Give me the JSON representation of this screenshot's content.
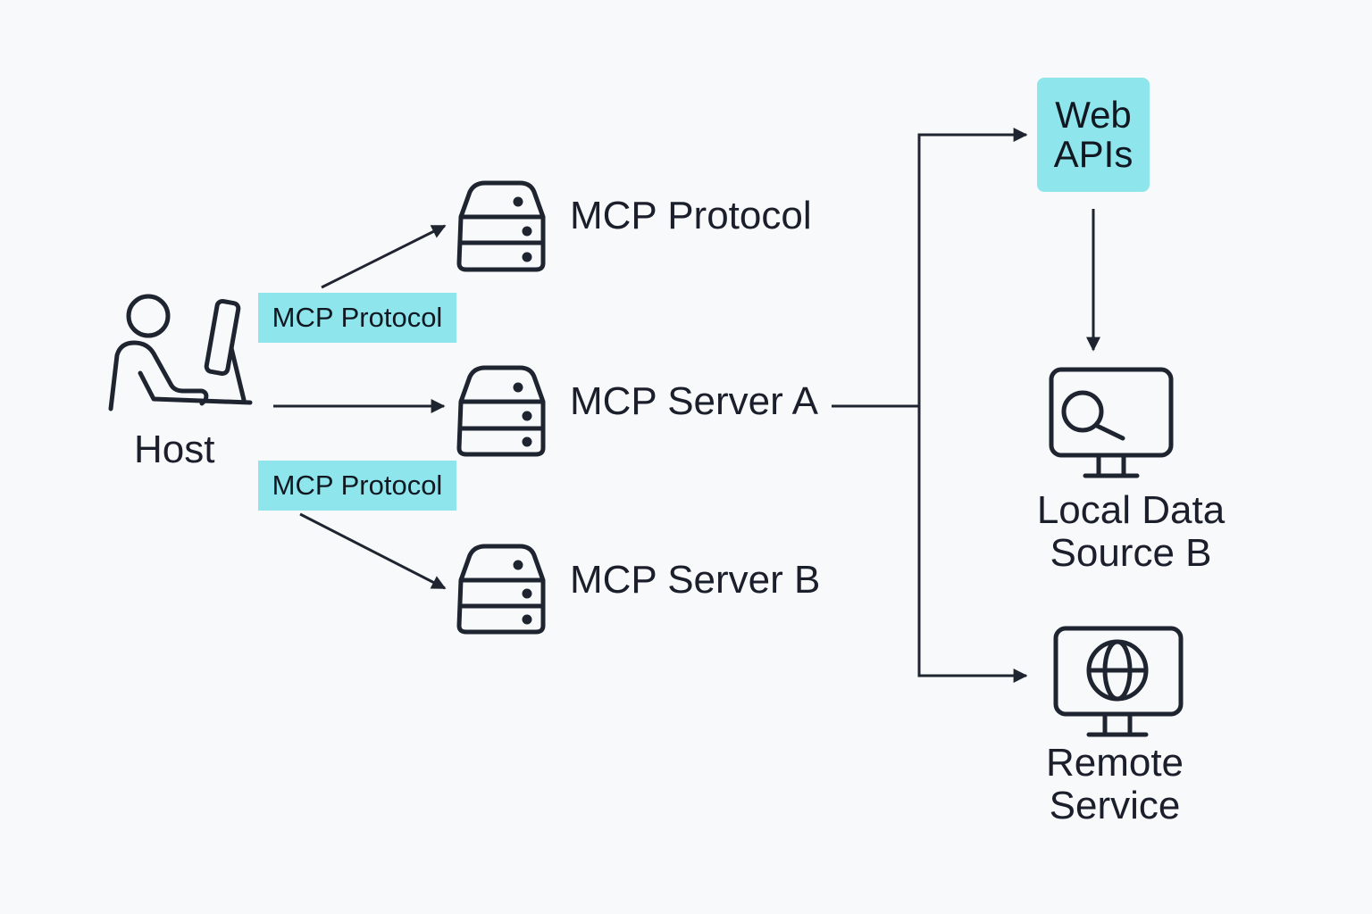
{
  "diagram": {
    "colors": {
      "background": "#f8f9fa",
      "stroke": "#1f2530",
      "highlight": "#8ee6ec",
      "text": "#1a1f2b"
    },
    "nodes": {
      "host": {
        "label": "Host",
        "icon": "person-at-computer-icon"
      },
      "server_top": {
        "label": "MCP Protocol",
        "icon": "server-icon"
      },
      "server_a": {
        "label": "MCP Server A",
        "icon": "server-icon"
      },
      "server_b": {
        "label": "MCP Server B",
        "icon": "server-icon"
      },
      "web_apis": {
        "line1": "Web",
        "line2": "APIs"
      },
      "local_data": {
        "line1": "Local Data",
        "line2": "Source B",
        "icon": "monitor-search-icon"
      },
      "remote_service": {
        "line1": "Remote",
        "line2": "Service",
        "icon": "monitor-globe-icon"
      }
    },
    "edge_labels": {
      "host_to_top": "MCP Protocol",
      "host_to_b": "MCP Protocol"
    },
    "edges": [
      {
        "from": "host",
        "to": "server_top",
        "label": "MCP Protocol"
      },
      {
        "from": "host",
        "to": "server_a"
      },
      {
        "from": "host",
        "to": "server_b",
        "label": "MCP Protocol"
      },
      {
        "from": "server_a",
        "to": "web_apis"
      },
      {
        "from": "server_a",
        "to": "remote_service"
      },
      {
        "from": "web_apis",
        "to": "local_data"
      }
    ]
  }
}
